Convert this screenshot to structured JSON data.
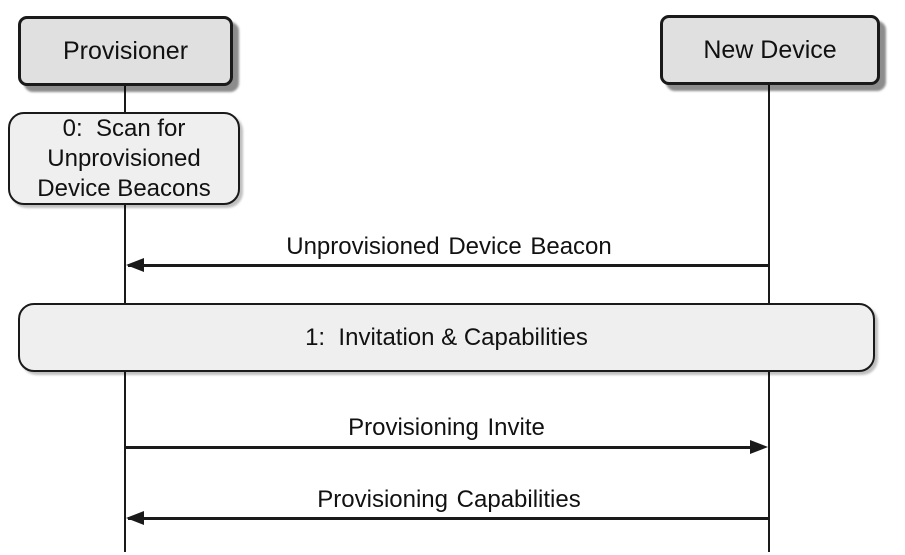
{
  "diagram": {
    "type": "sequence-diagram",
    "background": "#ffffff",
    "colors": {
      "actor_fill": "#e0e0e0",
      "activity_fill": "#efefef",
      "stroke": "#1a1a1a"
    },
    "actors": [
      {
        "label": "Provisioner"
      },
      {
        "label": "New Device"
      }
    ],
    "activities": [
      {
        "label": "0:  Scan for\nUnprovisioned\nDevice Beacons"
      },
      {
        "label": "1:  Invitation & Capabilities"
      }
    ],
    "messages": [
      {
        "label": "Unprovisioned Device Beacon",
        "from": "New Device",
        "to": "Provisioner",
        "direction": "right-to-left"
      },
      {
        "label": "Provisioning Invite",
        "from": "Provisioner",
        "to": "New Device",
        "direction": "left-to-right"
      },
      {
        "label": "Provisioning Capabilities",
        "from": "New Device",
        "to": "Provisioner",
        "direction": "right-to-left"
      }
    ]
  }
}
